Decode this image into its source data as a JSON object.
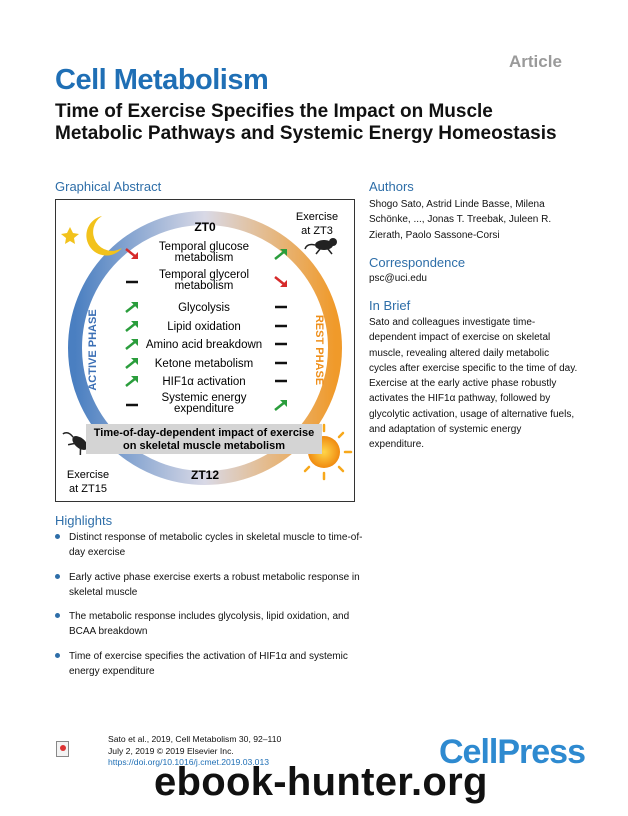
{
  "article_tag": "Article",
  "journal": "Cell Metabolism",
  "title": "Time of Exercise Specifies the Impact on Muscle Metabolic Pathways and Systemic Energy Homeostasis",
  "graphical_abstract": {
    "heading": "Graphical Abstract",
    "zt0": "ZT0",
    "zt12": "ZT12",
    "active_phase": "ACTIVE PHASE",
    "rest_phase": "REST PHASE",
    "exercise_zt3": [
      "Exercise",
      "at ZT3"
    ],
    "exercise_zt15": [
      "Exercise",
      "at ZT15"
    ],
    "caption": [
      "Time-of-day-dependent impact of exercise",
      "on skeletal muscle metabolism"
    ],
    "rows": [
      {
        "label": [
          "Temporal glucose",
          "metabolism"
        ],
        "left": "down",
        "right": "up"
      },
      {
        "label": [
          "Temporal glycerol",
          "metabolism"
        ],
        "left": "none",
        "right": "down"
      },
      {
        "label": [
          "Glycolysis"
        ],
        "left": "up",
        "right": "none"
      },
      {
        "label": [
          "Lipid oxidation"
        ],
        "left": "up",
        "right": "none"
      },
      {
        "label": [
          "Amino acid breakdown"
        ],
        "left": "up",
        "right": "none"
      },
      {
        "label": [
          "Ketone metabolism"
        ],
        "left": "up",
        "right": "none"
      },
      {
        "label": [
          "HIF1α activation"
        ],
        "left": "up",
        "right": "none"
      },
      {
        "label": [
          "Systemic energy",
          "expenditure"
        ],
        "left": "none",
        "right": "up"
      }
    ],
    "colors": {
      "up": "#2a9d3c",
      "down": "#d62a2a",
      "active": "#4a7fc1",
      "rest": "#f09a2a",
      "moon": "#f2c21b",
      "sun": "#f7a81b"
    }
  },
  "authors": {
    "heading": "Authors",
    "text": "Shogo Sato, Astrid Linde Basse, Milena Schönke, ..., Jonas T. Treebak, Juleen R. Zierath, Paolo Sassone-Corsi"
  },
  "correspondence": {
    "heading": "Correspondence",
    "email": "psc@uci.edu"
  },
  "in_brief": {
    "heading": "In Brief",
    "text": "Sato and colleagues investigate time-dependent impact of exercise on skeletal muscle, revealing altered daily metabolic cycles after exercise specific to the time of day. Exercise at the early active phase robustly activates the HIF1α pathway, followed by glycolytic activation, usage of alternative fuels, and adaptation of systemic energy expenditure."
  },
  "highlights": {
    "heading": "Highlights",
    "items": [
      "Distinct response of metabolic cycles in skeletal muscle to time-of-day exercise",
      "Early active phase exercise exerts a robust metabolic response in skeletal muscle",
      "The metabolic response includes glycolysis, lipid oxidation, and BCAA breakdown",
      "Time of exercise specifies the activation of HIF1α and systemic energy expenditure"
    ]
  },
  "citation": {
    "line1": "Sato et al., 2019, Cell Metabolism 30, 92–110",
    "line2": "July 2, 2019 © 2019 Elsevier Inc.",
    "doi": "https://doi.org/10.1016/j.cmet.2019.03.013"
  },
  "cellpress": "CellPress",
  "watermark": "ebook-hunter.org"
}
